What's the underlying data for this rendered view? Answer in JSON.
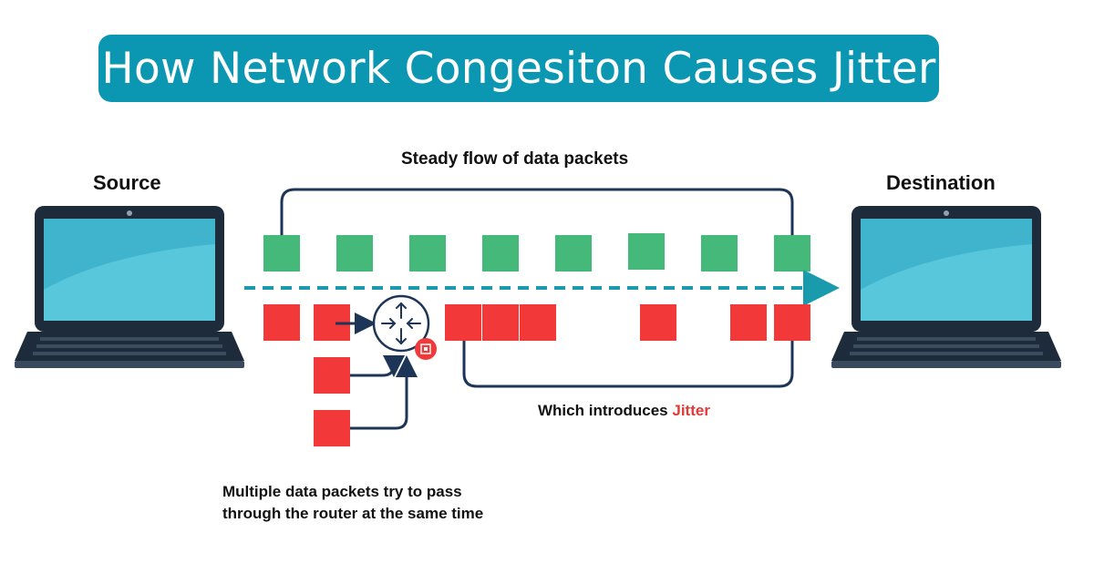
{
  "title": "How Network Congesiton Causes Jitter",
  "source_label": "Source",
  "destination_label": "Destination",
  "steady_flow_label": "Steady flow of data packets",
  "jitter_caption_prefix": "Which introduces",
  "jitter_caption_accent": "Jitter",
  "congestion_caption_line1": "Multiple data packets try to pass",
  "congestion_caption_line2": "through the router at the same time",
  "colors": {
    "title_bg": "#0b97b1",
    "packet_green": "#45b97a",
    "packet_red": "#f23838",
    "flow_arrow": "#1a9aad",
    "bracket": "#1d3557",
    "laptop_frame": "#1e2b3a",
    "screen": "#3fb4cc",
    "jitter_accent": "#e53935"
  },
  "icons": [
    "laptop-icon",
    "router-icon",
    "chip-icon"
  ]
}
